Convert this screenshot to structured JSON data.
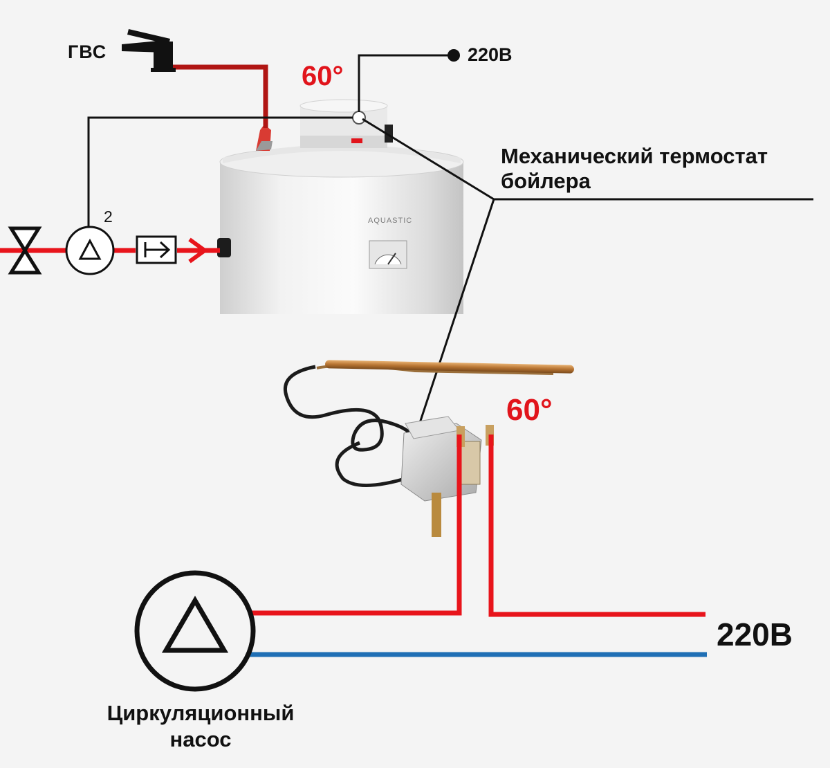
{
  "labels": {
    "hot_water": "ГВС",
    "top_voltage": "220В",
    "top_temperature": "60°",
    "pump_number": "2",
    "brand": "AQUASTIC",
    "thermostat_line1": "Механический термостат",
    "thermostat_line2": "бойлера",
    "device_temperature": "60°",
    "bottom_voltage": "220В",
    "pump_line1": "Циркуляционный",
    "pump_line2": "насос"
  },
  "colors": {
    "pipe_hot": "#b01513",
    "supply_line": "#e8141b",
    "neutral_wire": "#1f6fb5",
    "signal_wire": "#111111",
    "text_accent": "#e1141b"
  }
}
